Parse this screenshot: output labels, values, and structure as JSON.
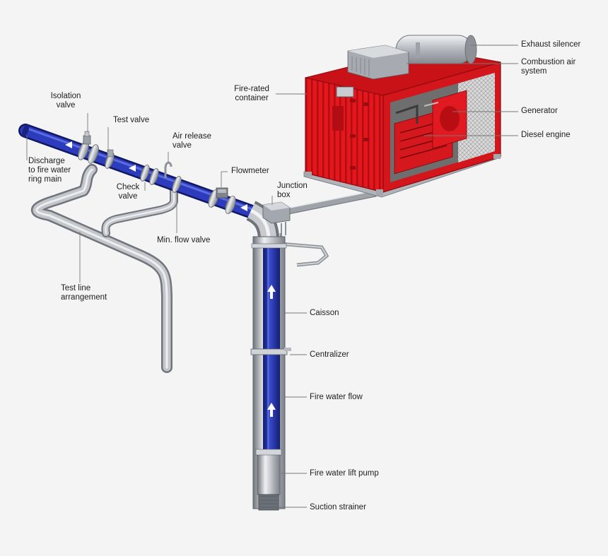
{
  "labels": {
    "exhaust_silencer": "Exhaust silencer",
    "combustion_air_1": "Combustion air",
    "combustion_air_2": "system",
    "fire_rated_1": "Fire-rated",
    "fire_rated_2": "container",
    "generator": "Generator",
    "diesel_engine": "Diesel engine",
    "isolation_valve_1": "Isolation",
    "isolation_valve_2": "valve",
    "test_valve": "Test valve",
    "air_release_1": "Air release",
    "air_release_2": "valve",
    "discharge_1": "Discharge",
    "discharge_2": "to fire water",
    "discharge_3": "ring main",
    "check_valve_1": "Check",
    "check_valve_2": "valve",
    "flowmeter": "Flowmeter",
    "junction_box_1": "Junction",
    "junction_box_2": "box",
    "min_flow_valve": "Min. flow valve",
    "test_line_1": "Test line",
    "test_line_2": "arrangement",
    "caisson": "Caisson",
    "centralizer": "Centralizer",
    "fire_water_flow": "Fire water flow",
    "lift_pump": "Fire water lift pump",
    "suction_strainer": "Suction strainer"
  },
  "colors": {
    "background": "#f4f4f4",
    "container_red": "#e0161c",
    "water_pipe_blue": "#2233a8",
    "steel": "#b8bcc2",
    "leader_line": "#777777"
  }
}
